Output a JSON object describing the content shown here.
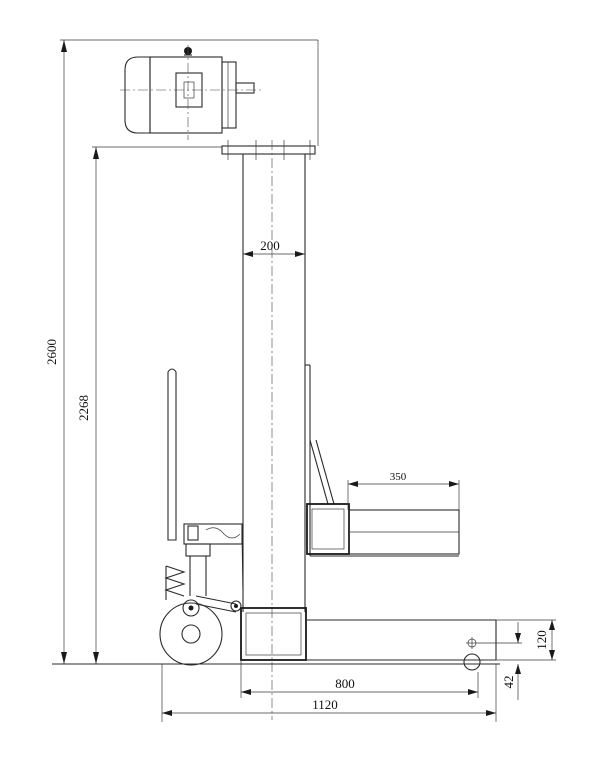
{
  "dimensions": {
    "overall_height": "2600",
    "platform_height": "2268",
    "mast_width": "200",
    "fork_length": "350",
    "base_length": "800",
    "overall_length": "1120",
    "fork_thickness": "120",
    "fork_ground_clearance": "42"
  }
}
